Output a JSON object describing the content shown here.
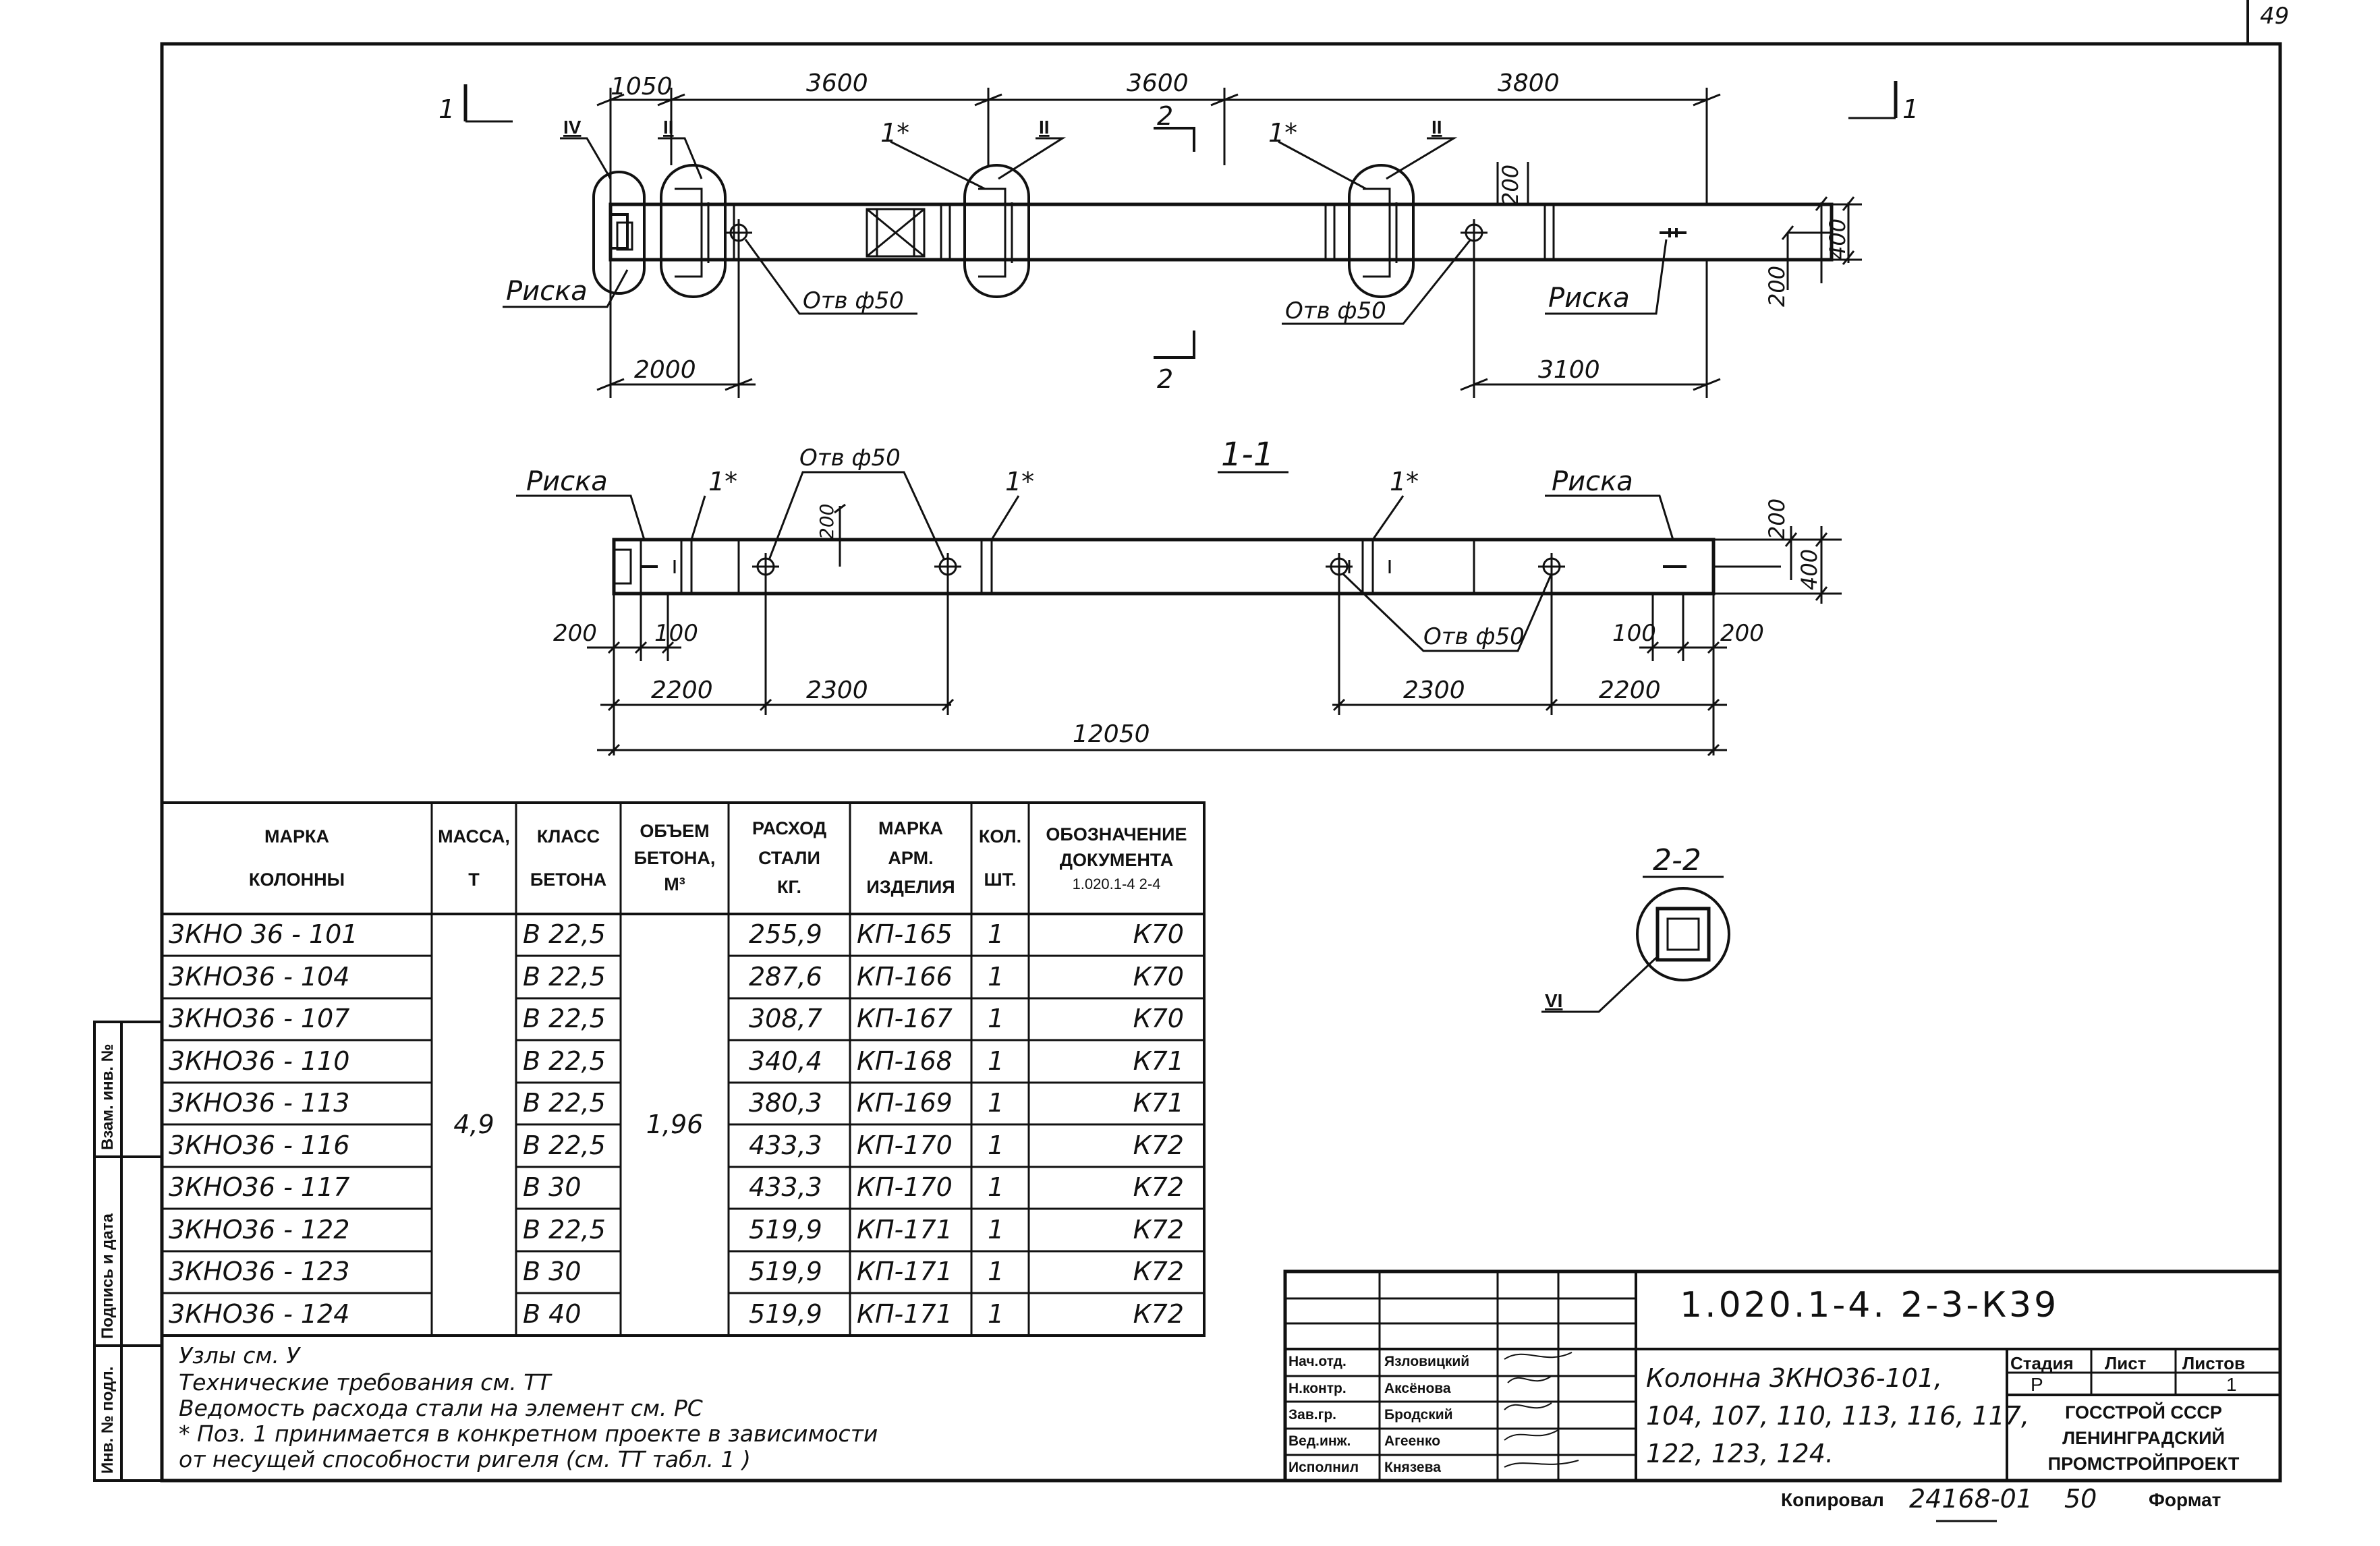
{
  "sheet": {
    "page_no": "49",
    "copy_note": "Копировал",
    "copy_number": "24168-01",
    "copy_sheet": "50",
    "format_label": "Формат"
  },
  "drawing": {
    "plan": {
      "dims_top": [
        "1050",
        "3600",
        "3600",
        "3800"
      ],
      "dim_left_bottom": "2000",
      "dim_right_bottom": "3100",
      "dims_right": [
        "200",
        "400",
        "200"
      ],
      "node_labels": [
        "IV",
        "II",
        "II",
        "II"
      ],
      "star_labels": [
        "1*",
        "1*"
      ],
      "hole_labels": [
        "Отв ф50",
        "Отв ф50"
      ],
      "risk_labels": [
        "Риска",
        "Риска"
      ],
      "section_marks": [
        "1",
        "1",
        "2",
        "2"
      ]
    },
    "section_1_1": {
      "title": "1-1",
      "risk_labels": [
        "Риска",
        "Риска"
      ],
      "star_labels": [
        "1*",
        "1*",
        "1*"
      ],
      "hole_labels": [
        "Отв ф50",
        "Отв ф50"
      ],
      "dim_vertical_inner": "200",
      "dims_right": [
        "200",
        "400"
      ],
      "dims_small": [
        "200",
        "100",
        "100",
        "200"
      ],
      "dims_row": [
        "2200",
        "2300",
        "2300",
        "2200"
      ],
      "dim_total": "12050"
    },
    "section_2_2": {
      "title": "2-2",
      "node_label": "VI"
    }
  },
  "table": {
    "headers": {
      "mark": [
        "МАРКА",
        "КОЛОННЫ"
      ],
      "mass": [
        "МАССА,",
        "Т"
      ],
      "class": [
        "КЛАСС",
        "БЕТОНА"
      ],
      "volume": [
        "ОБЪЕМ",
        "БЕТОНА,",
        "М³"
      ],
      "steel": [
        "РАСХОД",
        "СТАЛИ",
        "КГ."
      ],
      "armature": [
        "МАРКА",
        "АРМ.",
        "ИЗДЕЛИЯ"
      ],
      "qty": [
        "КОЛ.",
        "ШТ."
      ],
      "doc": [
        "ОБОЗНАЧЕНИЕ",
        "ДОКУМЕНТА",
        "1.020.1-4  2-4"
      ]
    },
    "mass_value": "4,9",
    "volume_value": "1,96",
    "rows": [
      {
        "mark": "3КНО 36 - 101",
        "class": "В 22,5",
        "steel": "255,9",
        "arm": "КП-165",
        "qty": "1",
        "doc": "К70"
      },
      {
        "mark": "3КНО36 - 104",
        "class": "В 22,5",
        "steel": "287,6",
        "arm": "КП-166",
        "qty": "1",
        "doc": "К70"
      },
      {
        "mark": "3КНО36 - 107",
        "class": "В 22,5",
        "steel": "308,7",
        "arm": "КП-167",
        "qty": "1",
        "doc": "К70"
      },
      {
        "mark": "3КНО36 - 110",
        "class": "В 22,5",
        "steel": "340,4",
        "arm": "КП-168",
        "qty": "1",
        "doc": "К71"
      },
      {
        "mark": "3КНО36 - 113",
        "class": "В 22,5",
        "steel": "380,3",
        "arm": "КП-169",
        "qty": "1",
        "doc": "К71"
      },
      {
        "mark": "3КНО36 - 116",
        "class": "В 22,5",
        "steel": "433,3",
        "arm": "КП-170",
        "qty": "1",
        "doc": "К72"
      },
      {
        "mark": "3КНО36 - 117",
        "class": "В 30",
        "steel": "433,3",
        "arm": "КП-170",
        "qty": "1",
        "doc": "К72"
      },
      {
        "mark": "3КНО36 - 122",
        "class": "В 22,5",
        "steel": "519,9",
        "arm": "КП-171",
        "qty": "1",
        "doc": "К72"
      },
      {
        "mark": "3КНО36 - 123",
        "class": "В 30",
        "steel": "519,9",
        "arm": "КП-171",
        "qty": "1",
        "doc": "К72"
      },
      {
        "mark": "3КНО36 - 124",
        "class": "В 40",
        "steel": "519,9",
        "arm": "КП-171",
        "qty": "1",
        "doc": "К72"
      }
    ]
  },
  "notes": [
    "Узлы см. У",
    "Технические требования см. ТТ",
    "Ведомость расхода стали на элемент см. РС",
    "* Поз. 1 принимается в конкретном проекте в зависимости",
    "от несущей способности ригеля   (см. ТТ табл. 1   )"
  ],
  "margin_stamp": {
    "inv": "Инв. № подл.",
    "sign": "Подпись и дата",
    "vzam": "Взам. инв. №"
  },
  "title_block": {
    "code": "1.020.1-4. 2-3-К39",
    "title_lines": [
      "Колонна 3КНО36-101,",
      "104, 107, 110, 113, 116, 117,",
      "122, 123, 124."
    ],
    "roles": [
      "Нач.отд.",
      "Н.контр.",
      "Зав.гр.",
      "Вед.инж.",
      "Исполнил"
    ],
    "names": [
      "Язловицкий",
      "Аксёнова",
      "Бродский",
      "Агеенко",
      "Князева"
    ],
    "stage_label": "Стадия",
    "stage_value": "Р",
    "sheet_label": "Лист",
    "sheets_label": "Листов",
    "sheets_value": "1",
    "org_lines": [
      "ГОССТРОЙ СССР",
      "ЛЕНИНГРАДСКИЙ",
      "ПРОМСТРОЙПРОЕКТ"
    ]
  }
}
